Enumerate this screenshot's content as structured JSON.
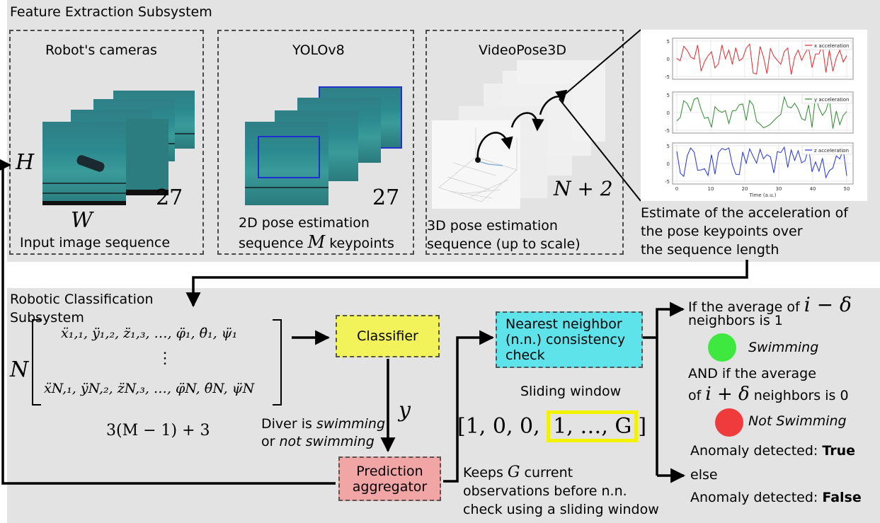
{
  "top_panel": {
    "title": "Feature Extraction Subsystem",
    "cameras": {
      "title": "Robot's cameras",
      "h": "H",
      "w": "W",
      "count": "27",
      "caption": "Input image sequence"
    },
    "yolo": {
      "title": "YOLOv8",
      "count": "27",
      "caption_line1": "2D pose estimation",
      "caption_pre": "sequence ",
      "caption_m": "M",
      "caption_post": " keypoints"
    },
    "videopose": {
      "title": "VideoPose3D",
      "count": "N + 2",
      "caption_line1": "3D pose estimation",
      "caption_line2": "sequence (up to scale)"
    },
    "accel": {
      "caption_line1": "Estimate of the acceleration of",
      "caption_line2": "the pose keypoints over",
      "caption_line3": "the sequence length",
      "xlabel": "Time (a.u.)",
      "x_ticks": [
        "0",
        "10",
        "20",
        "30",
        "40",
        "50"
      ],
      "y_ticks": [
        "5",
        "0",
        "-5"
      ],
      "series": [
        {
          "name": "x acceleration",
          "color": "#e8262a"
        },
        {
          "name": "y acceleration",
          "color": "#2e8b2e"
        },
        {
          "name": "z acceleration",
          "color": "#2233dd"
        }
      ]
    }
  },
  "bottom_panel": {
    "title_line1": "Robotic Classification",
    "title_line2": "Subsystem",
    "matrix": {
      "n_label": "N",
      "row1": "ẍ₁,₁, ÿ₁,₂, z̈₁,₃, …, φ̈₁, θ̈₁, ψ̈₁",
      "vdots": "⋮",
      "rowN": "ẍN,₁, ÿN,₂, z̈N,₃, …, φ̈N, θ̈N, ψ̈N",
      "dim": "3(M − 1) + 3"
    },
    "classifier": "Classifier",
    "y_label": "y",
    "diver_line1_pre": "Diver is ",
    "diver_line1_em": "swimming",
    "diver_line2_pre": "or ",
    "diver_line2_em": "not swimming",
    "aggregator_line1": "Prediction",
    "aggregator_line2": "aggregator",
    "nn_line1": "Nearest neighbor",
    "nn_line2": "(n.n.) consistency",
    "nn_line3": "check",
    "sliding_title": "Sliding window",
    "sliding_prefix": "[1, 0, 0, ",
    "sliding_inner": "1, …, G",
    "sliding_suffix": "]",
    "keeps_line1_pre": "Keeps ",
    "keeps_g": "G",
    "keeps_line1_post": " current",
    "keeps_line2": "observations before n.n.",
    "keeps_line3": "check using a sliding window",
    "if_pre": "If the average of ",
    "if_math": "i − δ",
    "if_line2": "neighbors is 1",
    "swimming": "Swimming",
    "and_line1": "AND if the average",
    "and_pre": "of ",
    "and_math": "i + δ",
    "and_post": " neighbors is 0",
    "not_swimming": "Not Swimming",
    "anomaly_true_pre": "Anomaly detected: ",
    "anomaly_true_val": "True",
    "else_label": "else",
    "anomaly_false_pre": "Anomaly detected: ",
    "anomaly_false_val": "False"
  },
  "colors": {
    "panel": "#e3e3e3",
    "classifier": "#f2f25a",
    "nn_check": "#5ee3ea",
    "aggregator": "#f2a5a5",
    "swimming": "#3ee83e",
    "not_swimming": "#ef3b3b",
    "sliding_box": "#f2f200"
  }
}
